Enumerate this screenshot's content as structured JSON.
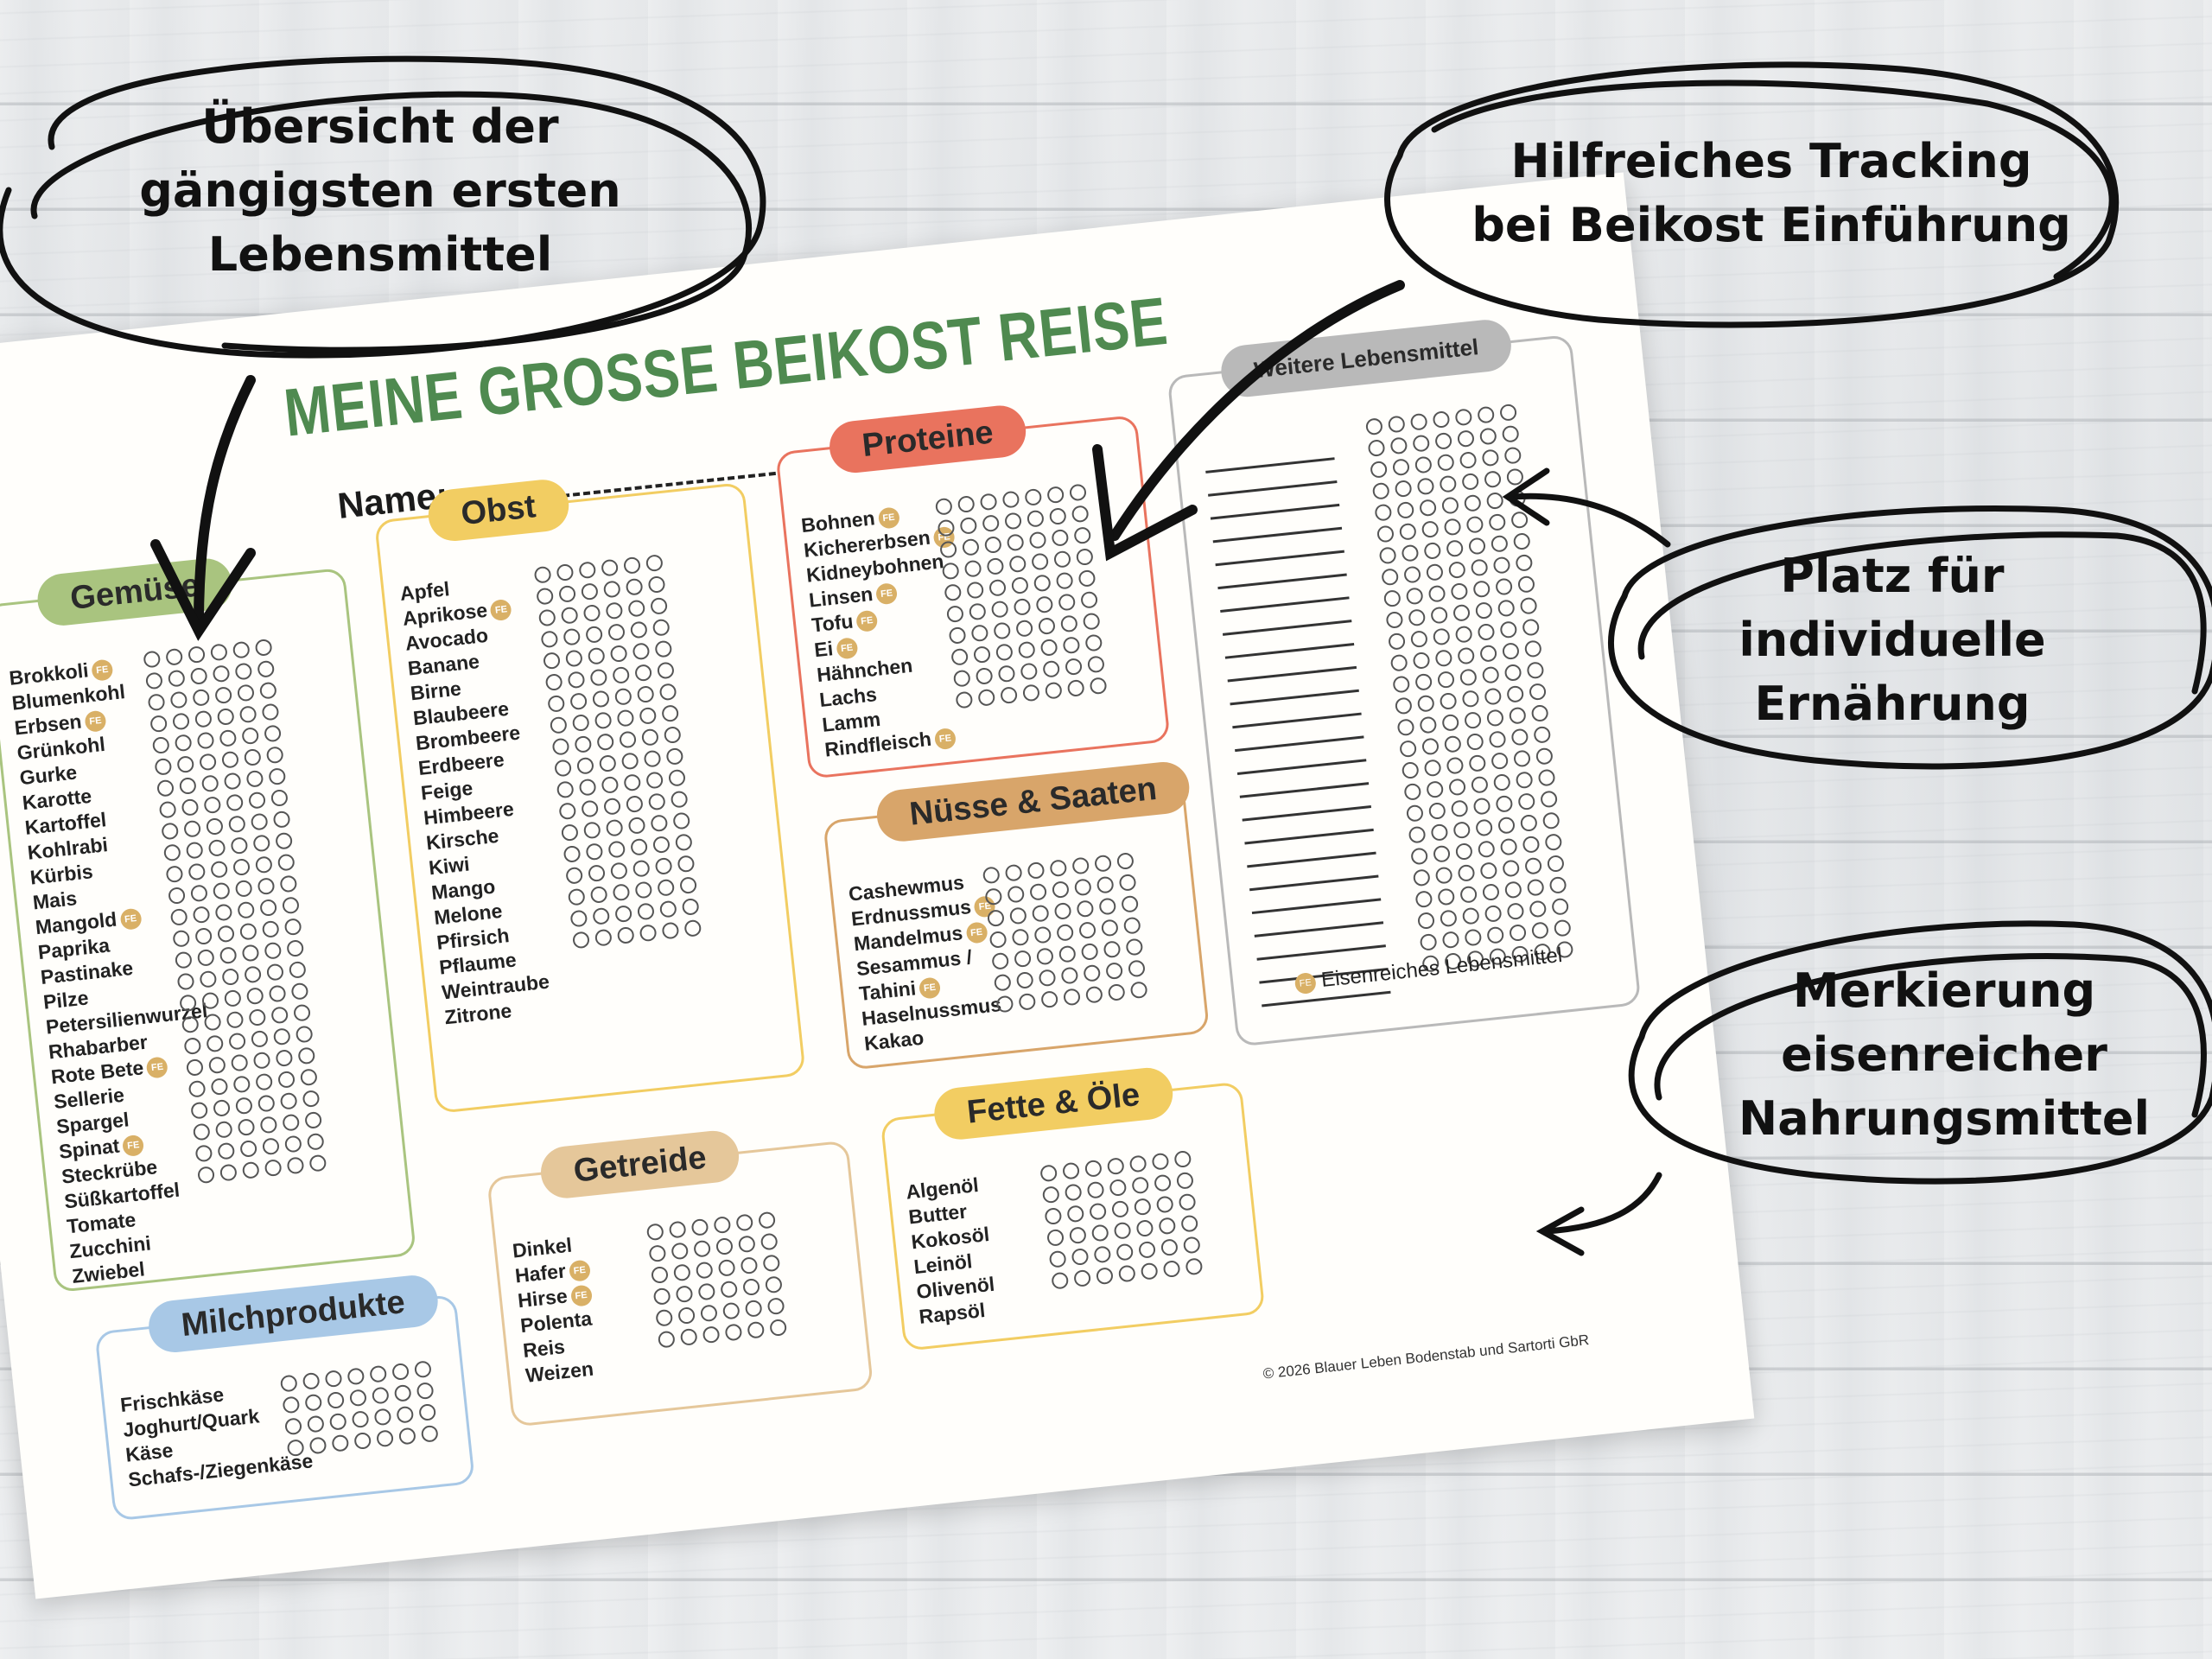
{
  "document": {
    "title": "MEINE GROSSE BEIKOST REISE",
    "name_label": "Name:",
    "fe_badge": "FE",
    "legend": "Eisenreiches Lebensmittel",
    "copyright": "© 2026 Blauer Leben Bodenstab und Sartorti GbR",
    "categories": {
      "gemuese": {
        "title": "Gemüse",
        "color": "#a9c47f",
        "items": [
          "Brokkoli",
          "Blumenkohl",
          "Erbsen",
          "Grünkohl",
          "Gurke",
          "Karotte",
          "Kartoffel",
          "Kohlrabi",
          "Kürbis",
          "Mais",
          "Mangold",
          "Paprika",
          "Pastinake",
          "Pilze",
          "Petersilienwurzel",
          "Rhabarber",
          "Rote Bete",
          "Sellerie",
          "Spargel",
          "Spinat",
          "Steckrübe",
          "Süßkartoffel",
          "Tomate",
          "Zucchini",
          "Zwiebel"
        ],
        "iron_rich": [
          "Brokkoli",
          "Erbsen",
          "Mangold",
          "Rote Bete",
          "Spinat"
        ]
      },
      "obst": {
        "title": "Obst",
        "color": "#f2cd62",
        "items": [
          "Apfel",
          "Aprikose",
          "Avocado",
          "Banane",
          "Birne",
          "Blaubeere",
          "Brombeere",
          "Erdbeere",
          "Feige",
          "Himbeere",
          "Kirsche",
          "Kiwi",
          "Mango",
          "Melone",
          "Pfirsich",
          "Pflaume",
          "Weintraube",
          "Zitrone"
        ],
        "iron_rich": [
          "Aprikose"
        ]
      },
      "proteine": {
        "title": "Proteine",
        "color": "#e9735e",
        "items": [
          "Bohnen",
          "Kichererbsen",
          "Kidneybohnen",
          "Linsen",
          "Tofu",
          "Ei",
          "Hähnchen",
          "Lachs",
          "Lamm",
          "Rindfleisch"
        ],
        "iron_rich": [
          "Bohnen",
          "Kichererbsen",
          "Linsen",
          "Tofu",
          "Ei",
          "Rindfleisch"
        ]
      },
      "nuesse": {
        "title": "Nüsse & Saaten",
        "color": "#d8a56a",
        "items": [
          "Cashewmus",
          "Erdnussmus",
          "Mandelmus",
          "Sesammus /",
          "Tahini",
          "Haselnussmus",
          "Kakao"
        ],
        "iron_rich": [
          "Erdnussmus",
          "Mandelmus",
          "Tahini"
        ]
      },
      "weitere": {
        "title": "Weitere Lebensmittel",
        "color": "#b9b9b9"
      },
      "getreide": {
        "title": "Getreide",
        "color": "#e5c79a",
        "items": [
          "Dinkel",
          "Hafer",
          "Hirse",
          "Polenta",
          "Reis",
          "Weizen"
        ],
        "iron_rich": [
          "Hafer",
          "Hirse"
        ]
      },
      "fette": {
        "title": "Fette & Öle",
        "color": "#f2cd62",
        "items": [
          "Algenöl",
          "Butter",
          "Kokosöl",
          "Leinöl",
          "Olivenöl",
          "Rapsöl"
        ],
        "iron_rich": []
      },
      "milch": {
        "title": "Milchprodukte",
        "color": "#a8c8e6",
        "items": [
          "Frischkäse",
          "Joghurt/Quark",
          "Käse",
          "Schafs-/Ziegenkäse"
        ],
        "iron_rich": []
      }
    }
  },
  "callouts": {
    "overview": [
      "Übersicht der",
      "gängigsten ersten",
      "Lebensmittel"
    ],
    "tracking": [
      "Hilfreiches Tracking",
      "bei Beikost Einführung"
    ],
    "space": [
      "Platz für",
      "individuelle",
      "Ernährung"
    ],
    "marking": [
      "Merkierung",
      "eisenreicher",
      "Nahrungsmittel"
    ]
  }
}
